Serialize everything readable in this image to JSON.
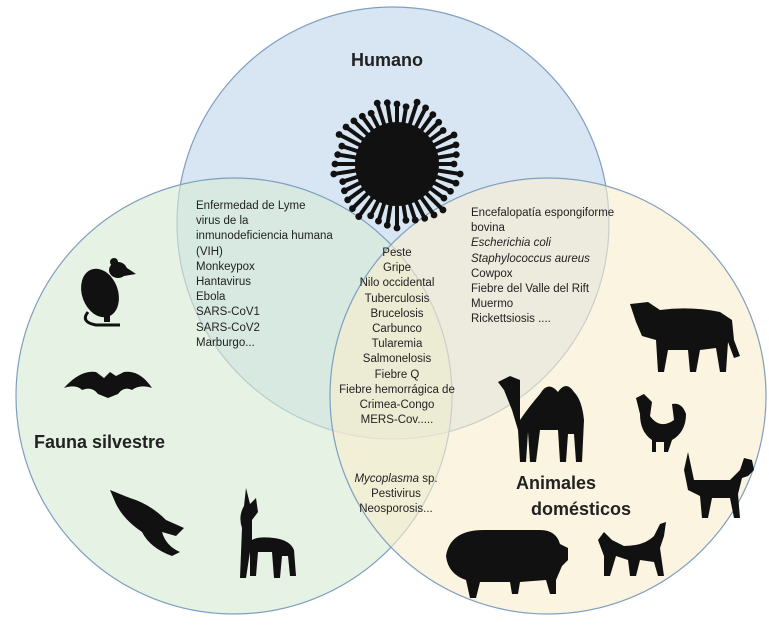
{
  "labels": {
    "human": "Humano",
    "wild": "Fauna silvestre",
    "domestic_line1": "Animales",
    "domestic_line2": "domésticos"
  },
  "regions": {
    "human_wild": [
      "Enfermedad de Lyme",
      "virus de la",
      "inmunodeficiencia humana",
      "(VIH)",
      "Monkeypox",
      "Hantavirus",
      "Ebola",
      "SARS-CoV1",
      "SARS-CoV2",
      "Marburgo..."
    ],
    "human_domestic": {
      "line1": "Encefalopatía espongiforme",
      "line2": "bovina",
      "line3": "Escherichia coli",
      "line4": "Staphylococcus aureus",
      "line5": "Cowpox",
      "line6": "Fiebre del Valle del Rift",
      "line7": "Muermo",
      "line8": "Rickettsiosis ...."
    },
    "all_three": [
      "Peste",
      "Gripe",
      "Nilo occidental",
      "Tuberculosis",
      "Brucelosis",
      "Carbunco",
      "Tularemia",
      "Salmonelosis",
      "Fiebre Q",
      "Fiebre hemorrágica de",
      "Crimea-Congo",
      "MERS-Cov....."
    ],
    "wild_domestic": {
      "line1_italic": "Mycoplasma",
      "line1_rest": " sp.",
      "line2": "Pestivirus",
      "line3": "Neosporosis..."
    }
  },
  "icons": [
    "crowd-icon",
    "rat-icon",
    "bat-icon",
    "flying-squirrel-icon",
    "deer-icon",
    "cow-icon",
    "camel-icon",
    "rooster-icon",
    "dog-icon",
    "cat-icon",
    "pig-icon"
  ],
  "colors": {
    "human_fill": "#c9dcee",
    "wild_fill": "#d7ead3",
    "domestic_fill": "#f8edcf",
    "stroke": "#7f9fc0",
    "silhouette": "#111111"
  }
}
